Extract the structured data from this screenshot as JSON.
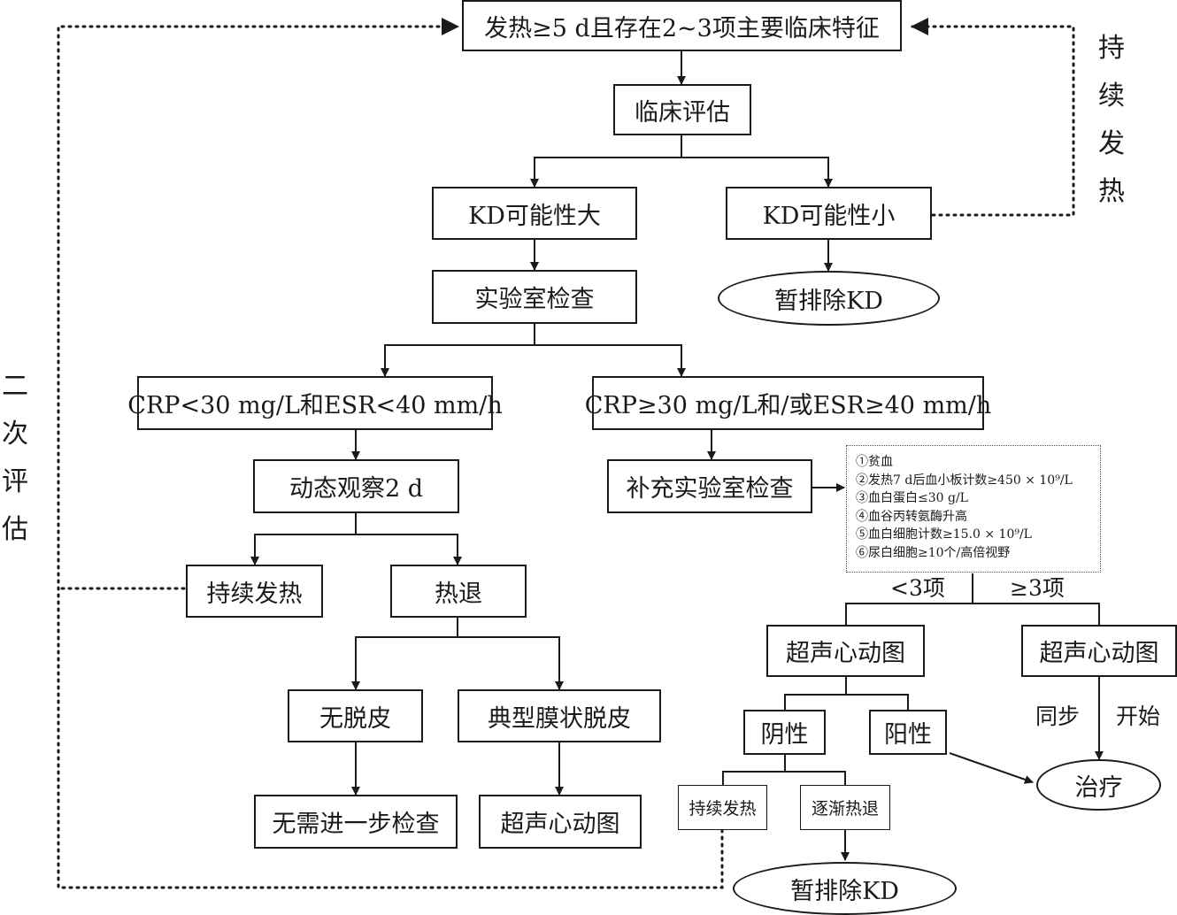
{
  "nodes": {
    "entry": "发热≥5 d且存在2~3项主要临床特征",
    "clinical_eval": "临床评估",
    "kd_high": "KD可能性大",
    "kd_low": "KD可能性小",
    "exclude_kd_top": "暂排除KD",
    "lab_tests": "实验室检查",
    "crp_low": "CRP<30 mg/L和ESR<40 mm/h",
    "crp_high": "CRP≥30 mg/L和/或ESR≥40 mm/h",
    "observe": "动态观察2 d",
    "supp_lab": "补充实验室检查",
    "fever_persist": "持续发热",
    "fever_down": "热退",
    "no_peel": "无脱皮",
    "typical_peel": "典型膜状脱皮",
    "no_further": "无需进一步检查",
    "echo_left": "超声心动图",
    "echo_mid": "超声心动图",
    "echo_right": "超声心动图",
    "negative": "阴性",
    "positive": "阳性",
    "fever_persist_small": "持续发热",
    "fever_gradual": "逐渐热退",
    "exclude_kd_bottom": "暂排除KD",
    "treatment": "治疗"
  },
  "criteria": [
    "①贫血",
    "②发热7 d后血小板计数≥450 × 10⁹/L",
    "③血白蛋白≤30 g/L",
    "④血谷丙转氨酶升高",
    "⑤血白细胞计数≥15.0 × 10⁹/L",
    "⑥尿白细胞≥10个/高倍视野"
  ],
  "labels": {
    "less_than_3": "<3项",
    "at_least_3": "≥3项",
    "sync": "同步",
    "start": "开始"
  },
  "side_labels": {
    "persistent_fever": [
      "持",
      "续",
      "发",
      "热"
    ],
    "second_eval": [
      "二",
      "次",
      "评",
      "估"
    ]
  }
}
